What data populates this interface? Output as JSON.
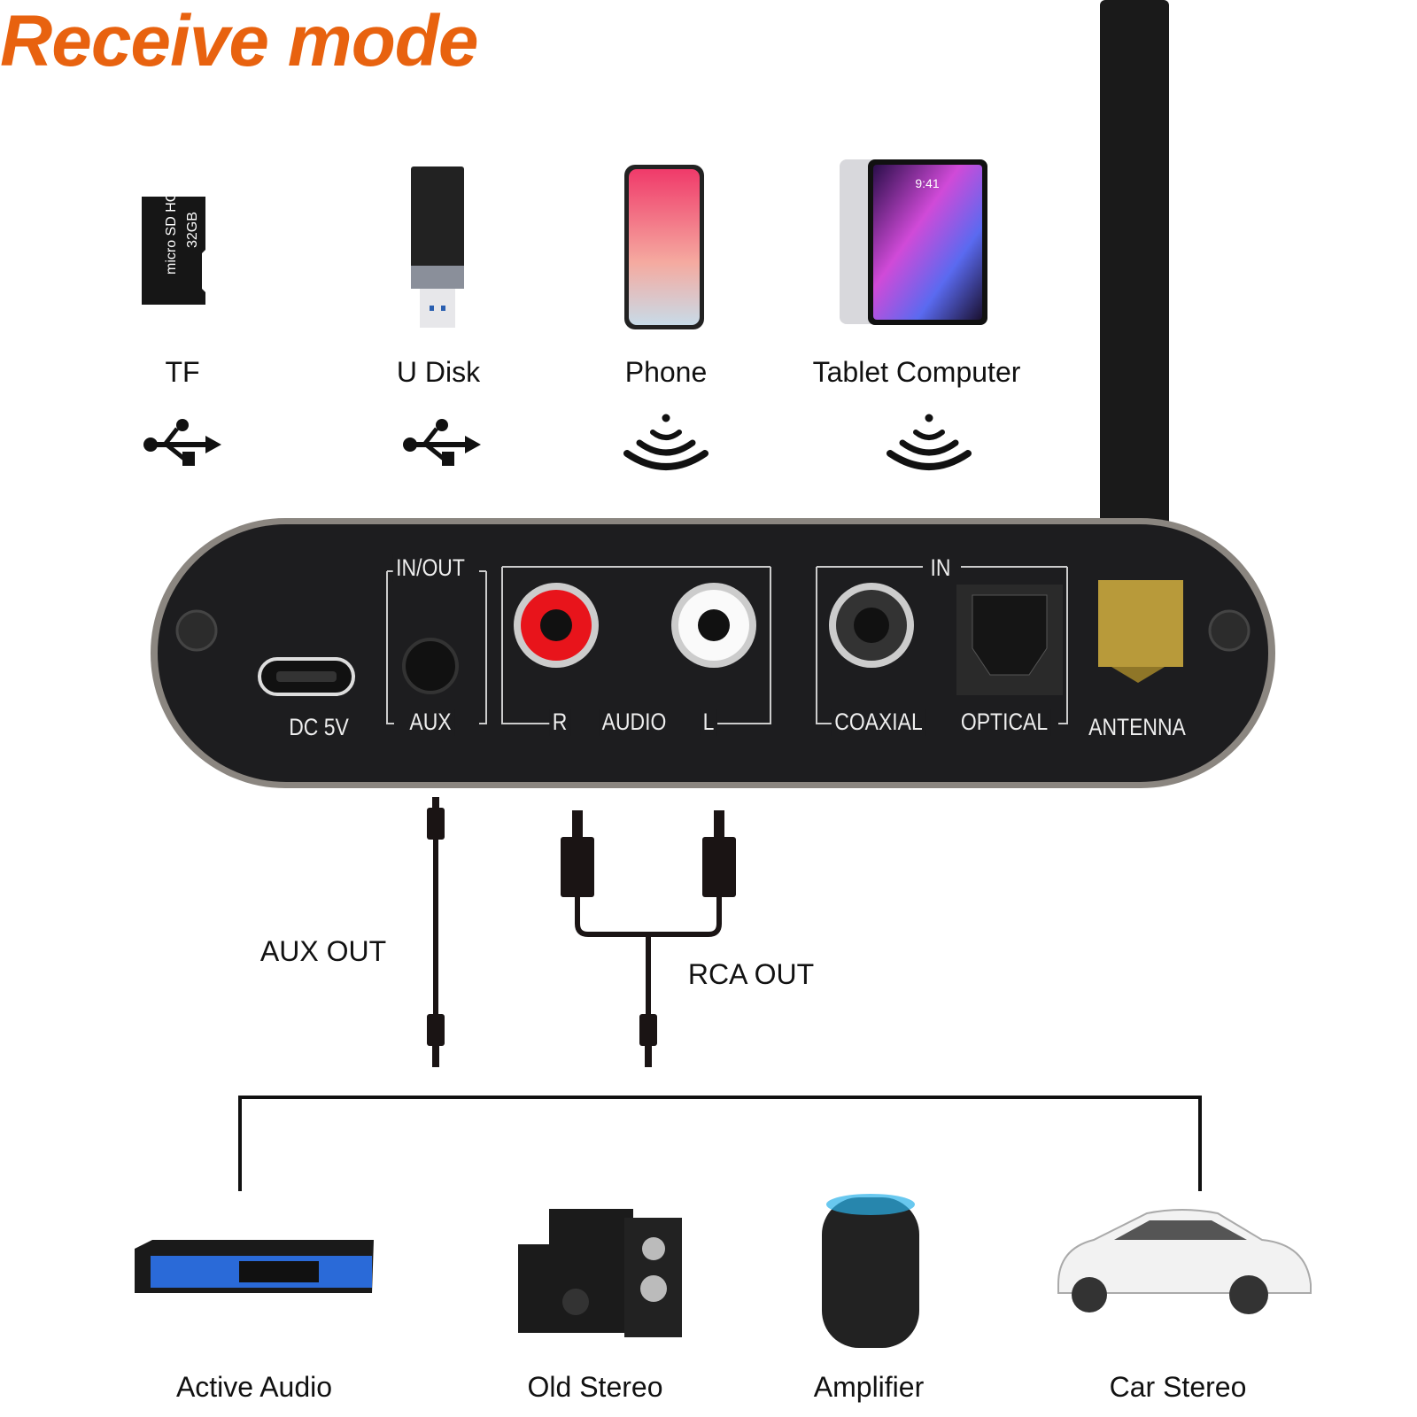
{
  "title": "Receive mode",
  "sources": [
    {
      "label": "TF",
      "connection_icon": "usb-icon",
      "image_text": "micro SD HC 32GB"
    },
    {
      "label": "U Disk",
      "connection_icon": "usb-icon"
    },
    {
      "label": "Phone",
      "connection_icon": "wireless-signal-icon"
    },
    {
      "label": "Tablet Computer",
      "connection_icon": "wireless-signal-icon",
      "image_text": "9:41"
    }
  ],
  "device_panel": {
    "dc": "DC 5V",
    "inout": "IN/OUT",
    "aux": "AUX",
    "r": "R",
    "audio": "AUDIO",
    "l": "L",
    "in": "IN",
    "coaxial": "COAXIAL",
    "optical": "OPTICAL",
    "antenna": "ANTENNA"
  },
  "cables": {
    "aux_out": "AUX OUT",
    "rca_out": "RCA OUT"
  },
  "outputs": [
    {
      "label": "Active Audio"
    },
    {
      "label": "Old Stereo"
    },
    {
      "label": "Amplifier"
    },
    {
      "label": "Car Stereo"
    }
  ],
  "colors": {
    "accent": "#e8620f",
    "panel": "#1d1d1f",
    "rca_red": "#e8141b",
    "gold": "#b89a3a"
  }
}
